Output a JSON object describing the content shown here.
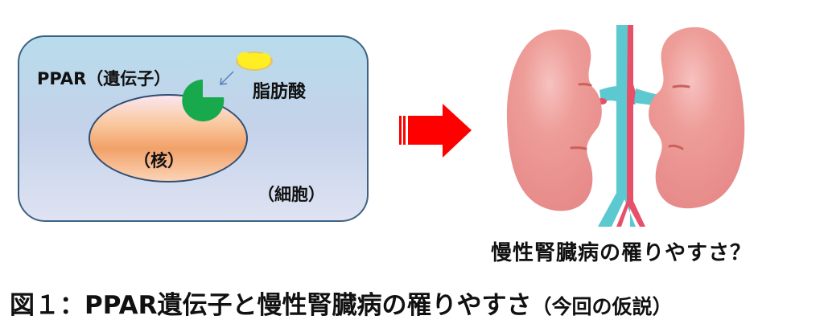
{
  "diagram": {
    "cell": {
      "gene_label": "PPAR（遺伝子）",
      "ligand_label": "脂肪酸",
      "nucleus_label": "（核）",
      "cell_label": "（細胞）"
    },
    "arrow": {
      "color": "#ff0000"
    },
    "kidney": {
      "question_label": "慢性腎臓病の罹りやすさ？",
      "kidney_color": "#ef9a9a",
      "vein_color": "#5cc8d0",
      "artery_color": "#e8506a"
    },
    "caption": {
      "figure_label": "図１",
      "separator": "：",
      "title": "PPAR遺伝子と慢性腎臓病の罹りやすさ",
      "note": "（今回の仮説）"
    },
    "colors": {
      "receptor": "#17a94c",
      "ligand": "#ffee22",
      "cell_border": "#3e6282"
    }
  }
}
